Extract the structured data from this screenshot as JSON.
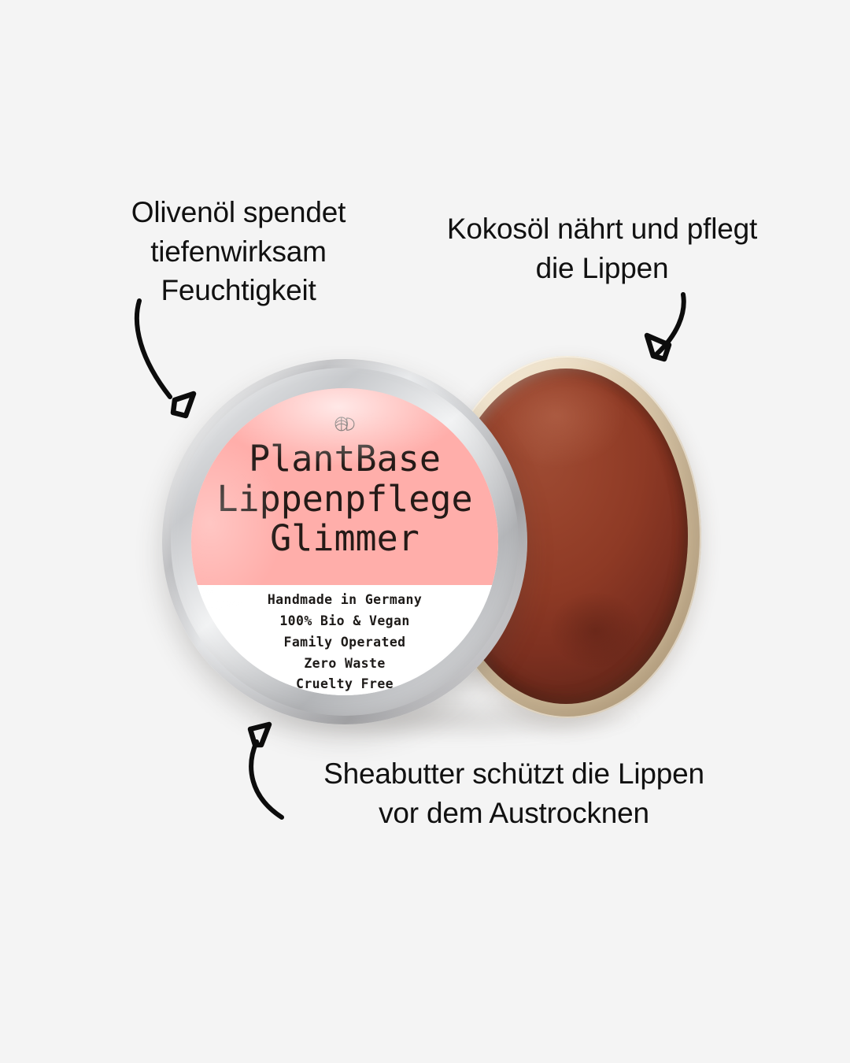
{
  "scene": {
    "background_color": "#f4f4f4",
    "kind": "product-photo-with-annotations"
  },
  "annotations": [
    {
      "id": "olive-oil",
      "text": "Olivenöl spendet\ntiefenwirksam\nFeuchtigkeit",
      "arrow": "curved-arrow-down-right",
      "points_to": "tin-lid"
    },
    {
      "id": "coconut-oil",
      "text": "Kokosöl nährt und pflegt\ndie Lippen",
      "arrow": "curved-arrow-down-left",
      "points_to": "tin-base-balm"
    },
    {
      "id": "shea-butter",
      "text": "Sheabutter schützt die Lippen\nvor dem Austrocknen",
      "arrow": "curved-arrow-up",
      "points_to": "tin-lid"
    }
  ],
  "product": {
    "logo": "leaf-monogram-logo",
    "title": "PlantBase\nLippenpflege\nGlimmer",
    "title_lines": [
      "PlantBase",
      "Lippenpflege",
      "Glimmer"
    ],
    "fine_print": "Handmade in Germany\n100% Bio & Vegan\nFamily Operated\nZero Waste\nCruelty Free",
    "fine_print_lines": [
      "Handmade in Germany",
      "100% Bio & Vegan",
      "Family Operated",
      "Zero Waste",
      "Cruelty Free"
    ],
    "colors": {
      "label_top": "#ffaeaa",
      "label_bottom": "#ffffff",
      "lid_metal": "#c6c8cb",
      "balm": "#93402a",
      "base_rim": "#e2d1b4",
      "text": "#241a17"
    }
  }
}
